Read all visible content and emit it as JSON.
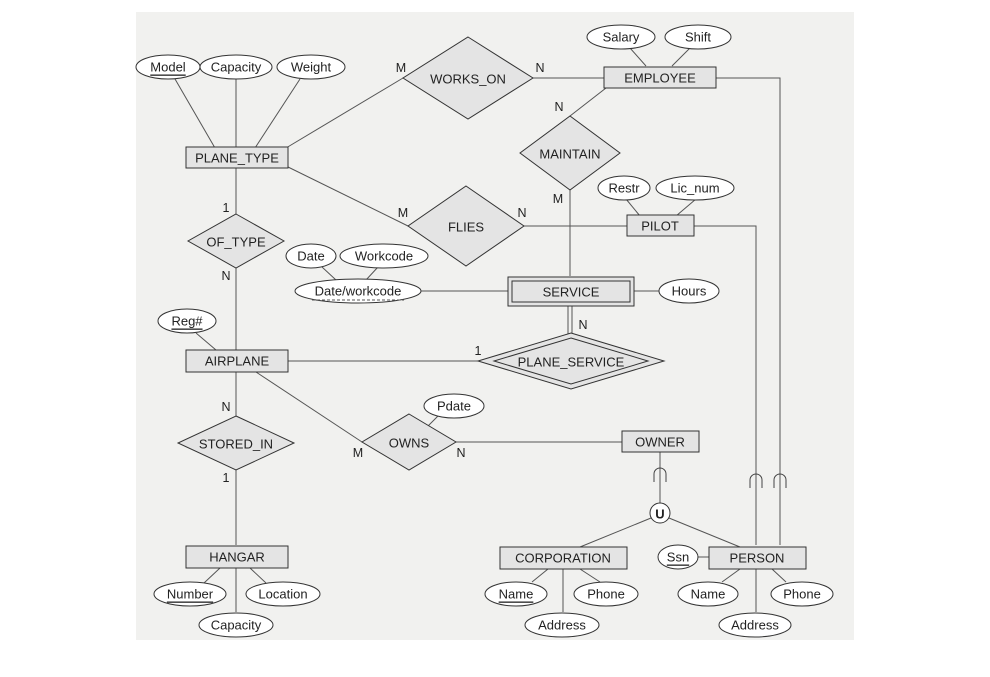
{
  "entities": {
    "plane_type": "PLANE_TYPE",
    "employee": "EMPLOYEE",
    "pilot": "PILOT",
    "service": "SERVICE",
    "airplane": "AIRPLANE",
    "owner": "OWNER",
    "hangar": "HANGAR",
    "corporation": "CORPORATION",
    "person": "PERSON"
  },
  "relationships": {
    "works_on": "WORKS_ON",
    "maintain": "MAINTAIN",
    "flies": "FLIES",
    "of_type": "OF_TYPE",
    "plane_service": "PLANE_SERVICE",
    "stored_in": "STORED_IN",
    "owns": "OWNS"
  },
  "attributes": {
    "model": "Model",
    "capacity_pt": "Capacity",
    "weight": "Weight",
    "salary": "Salary",
    "shift": "Shift",
    "restr": "Restr",
    "lic_num": "Lic_num",
    "date": "Date",
    "workcode": "Workcode",
    "date_workcode": "Date/workcode",
    "hours": "Hours",
    "reg": "Reg#",
    "pdate": "Pdate",
    "number": "Number",
    "location": "Location",
    "capacity_h": "Capacity",
    "name_corp": "Name",
    "phone_corp": "Phone",
    "address_corp": "Address",
    "ssn": "Ssn",
    "name_person": "Name",
    "phone_person": "Phone",
    "address_person": "Address"
  },
  "cardinalities": {
    "works_on_pt": "M",
    "works_on_emp": "N",
    "maintain_emp": "N",
    "maintain_srv": "M",
    "flies_pt": "M",
    "flies_pilot": "N",
    "of_type_pt": "1",
    "of_type_ap": "N",
    "plane_service_ap": "1",
    "plane_service_srv": "N",
    "stored_in_ap": "N",
    "stored_in_hg": "1",
    "owns_ap": "M",
    "owns_owner": "N"
  },
  "union_symbol": "U"
}
